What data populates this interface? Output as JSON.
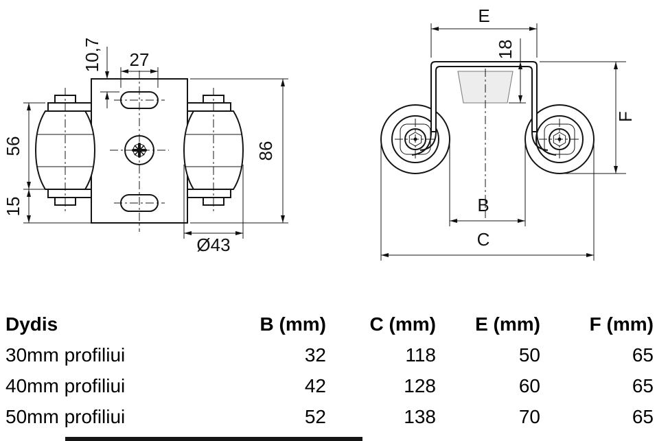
{
  "drawing": {
    "front_view": {
      "dims": {
        "top_offset": "10,7",
        "slot_width": "27",
        "roller_span": "56",
        "bottom_offset": "15",
        "plate_height": "86",
        "roller_diameter": "Ø43"
      }
    },
    "side_view": {
      "dims": {
        "hat_width": "E",
        "hat_depth": "18",
        "overall_height": "F",
        "inner_span": "B",
        "overall_width": "C"
      }
    }
  },
  "table": {
    "headers": [
      "Dydis",
      "B (mm)",
      "C (mm)",
      "E (mm)",
      "F (mm)"
    ],
    "rows": [
      {
        "label": "30mm profiliui",
        "b": "32",
        "c": "118",
        "e": "50",
        "f": "65"
      },
      {
        "label": "40mm profiliui",
        "b": "42",
        "c": "128",
        "e": "60",
        "f": "65"
      },
      {
        "label": "50mm profiliui",
        "b": "52",
        "c": "138",
        "e": "70",
        "f": "65"
      }
    ]
  }
}
